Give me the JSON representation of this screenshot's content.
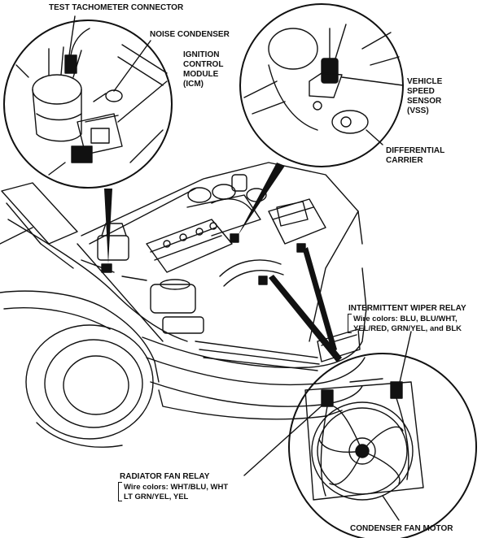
{
  "labels": {
    "test_tach": "TEST TACHOMETER CONNECTOR",
    "noise_condenser": "NOISE CONDENSER",
    "icm": [
      "IGNITION",
      "CONTROL",
      "MODULE",
      "(ICM)"
    ],
    "vss": [
      "VEHICLE",
      "SPEED",
      "SENSOR",
      "(VSS)"
    ],
    "diff_carrier": [
      "DIFFERENTIAL",
      "CARRIER"
    ],
    "wiper_relay": {
      "title": "INTERMITTENT WIPER RELAY",
      "lines": [
        "Wire colors: BLU, BLU/WHT,",
        "YEL/RED, GRN/YEL, and BLK"
      ]
    },
    "radiator_fan_relay": {
      "title": "RADIATOR FAN RELAY",
      "lines": [
        "Wire colors: WHT/BLU, WHT",
        "LT GRN/YEL, YEL"
      ]
    },
    "condenser_fan_motor": "CONDENSER FAN MOTOR"
  },
  "colors": {
    "ink": "#111111",
    "paper": "#ffffff"
  }
}
